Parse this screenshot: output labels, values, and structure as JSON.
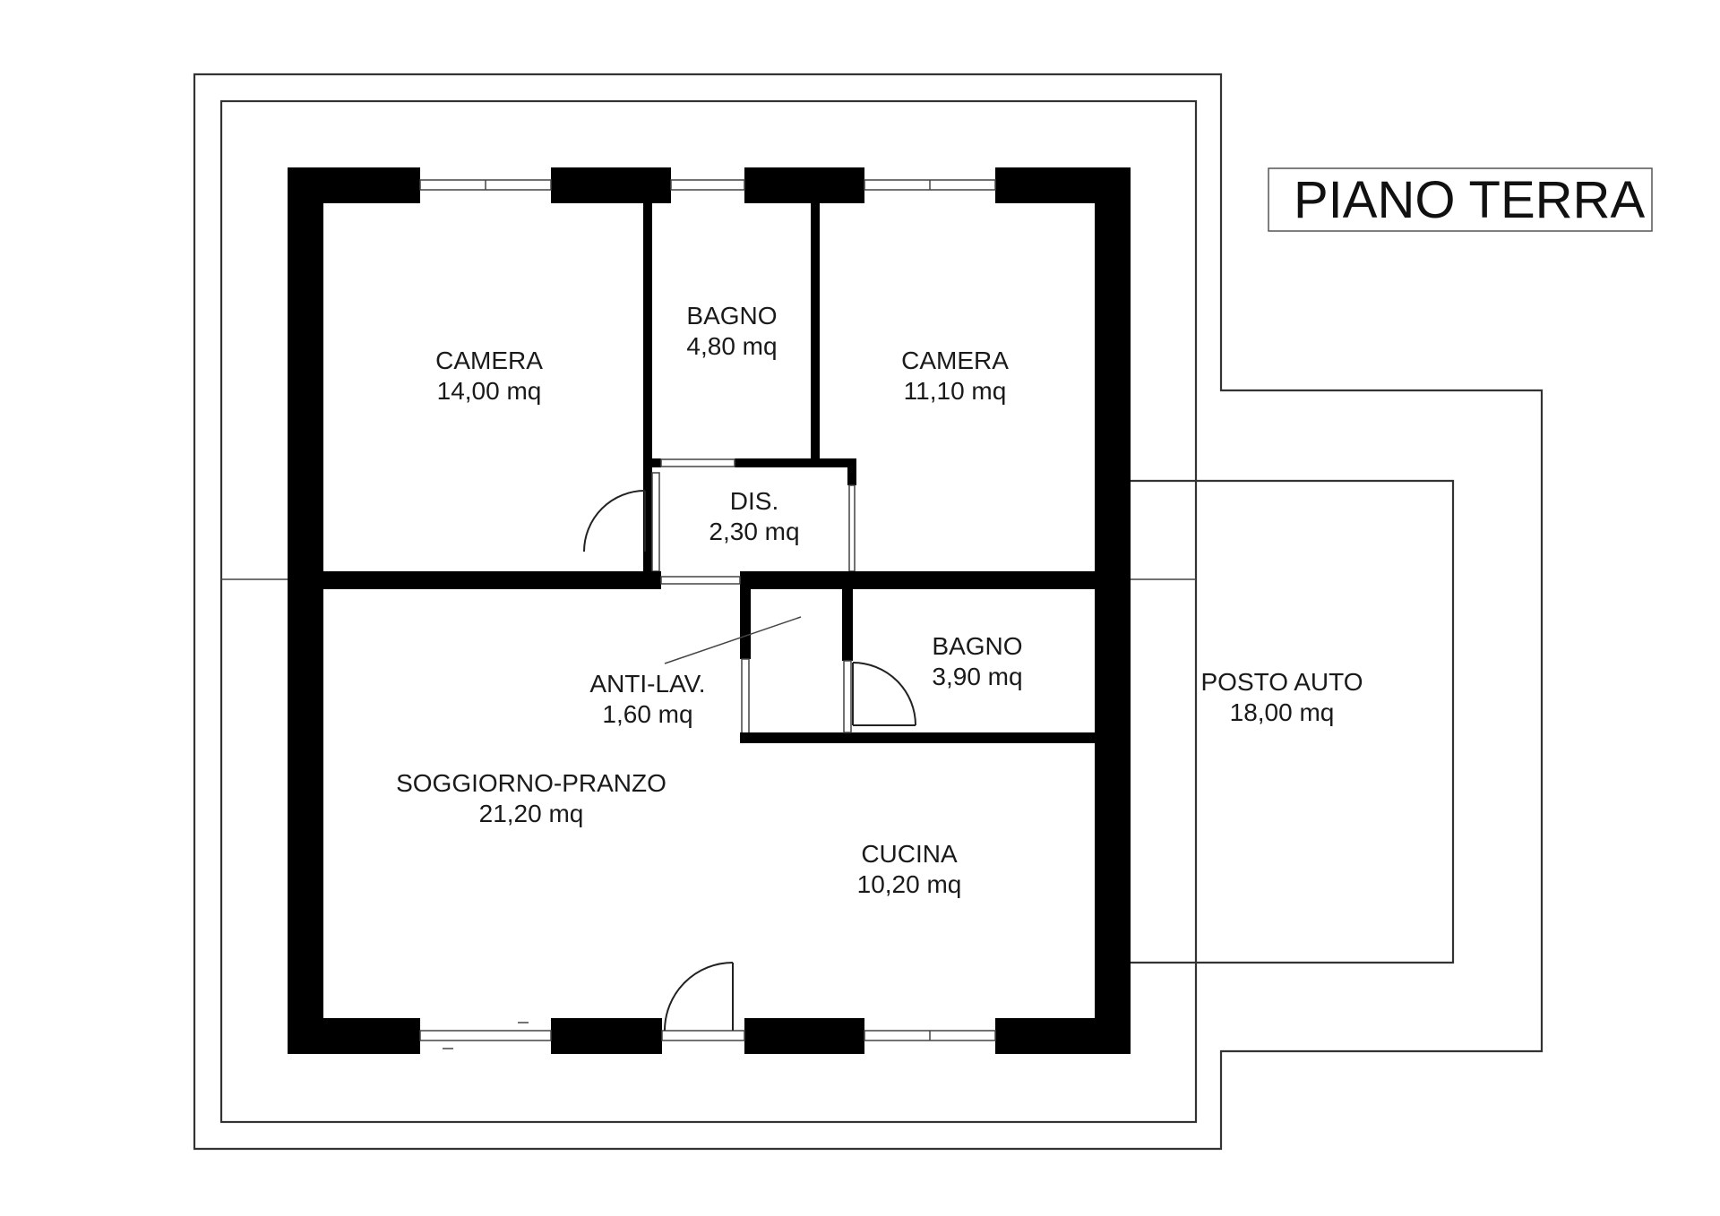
{
  "title": "PIANO TERRA",
  "rooms": [
    {
      "name": "CAMERA",
      "area": "14,00 mq"
    },
    {
      "name": "BAGNO",
      "area": "4,80 mq"
    },
    {
      "name": "CAMERA",
      "area": "11,10 mq"
    },
    {
      "name": "DIS.",
      "area": "2,30 mq"
    },
    {
      "name": "BAGNO",
      "area": "3,90 mq"
    },
    {
      "name": "ANTI-LAV.",
      "area": "1,60 mq"
    },
    {
      "name": "POSTO AUTO",
      "area": "18,00 mq"
    },
    {
      "name": "SOGGIORNO-PRANZO",
      "area": "21,20 mq"
    },
    {
      "name": "CUCINA",
      "area": "10,20 mq"
    }
  ]
}
